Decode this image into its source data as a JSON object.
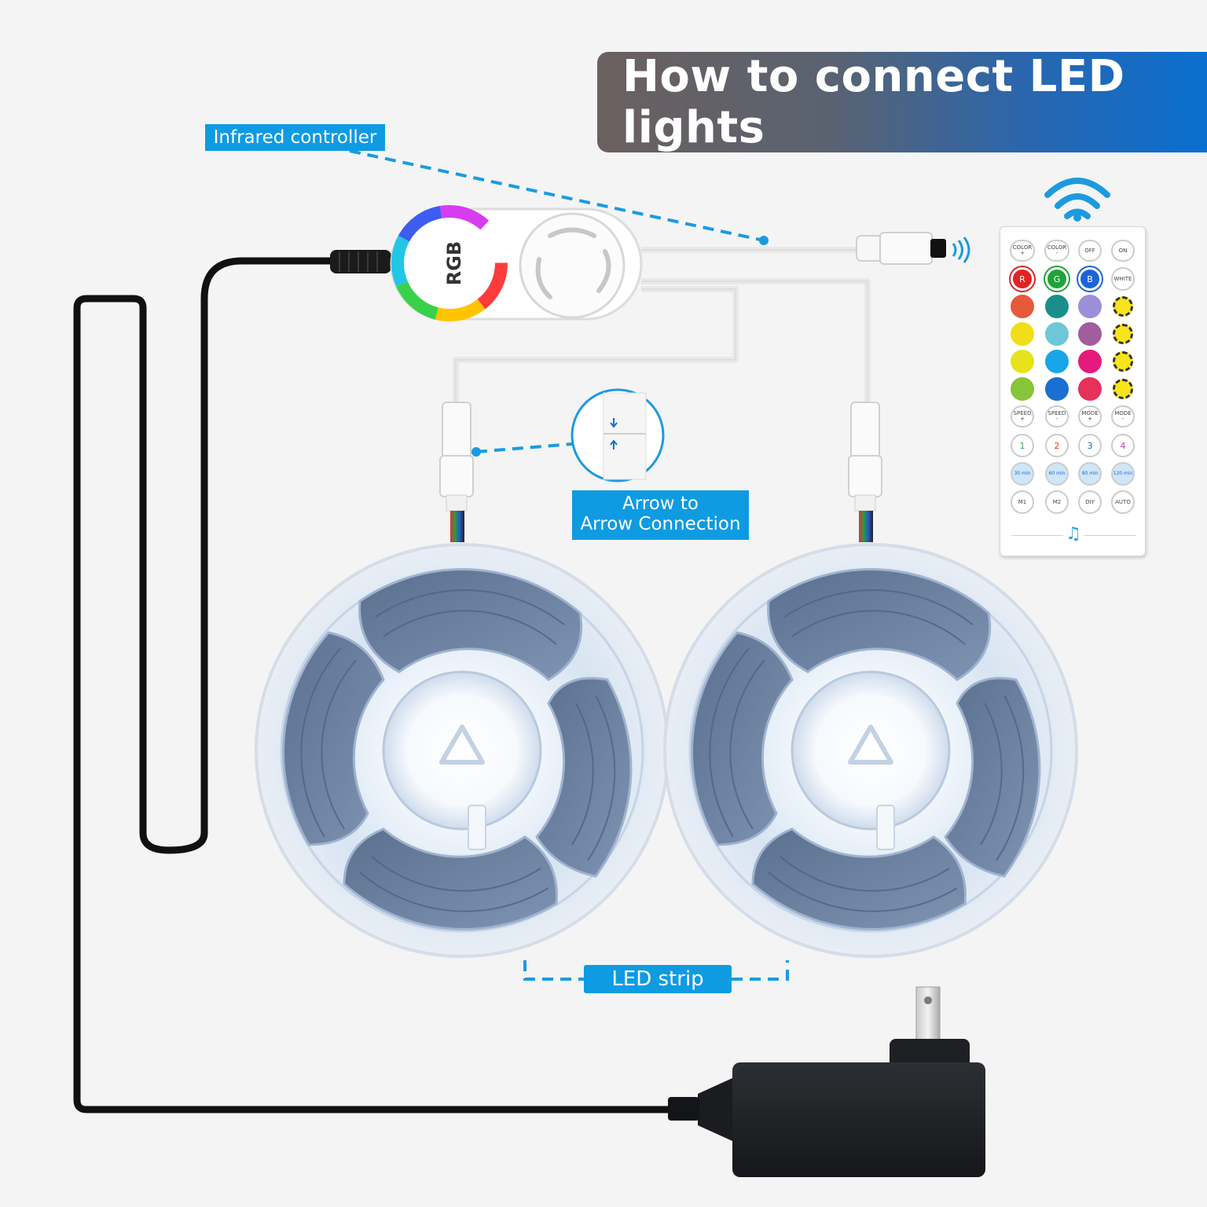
{
  "title": "How to connect LED lights",
  "labels": {
    "infrared_controller": "Infrared controller",
    "arrow_connection_line1": "Arrow to",
    "arrow_connection_line2": "Arrow Connection",
    "led_strip": "LED strip"
  },
  "controller": {
    "logo_text": "RGB"
  },
  "remote": {
    "row1": [
      "COLOR +",
      "COLOR -",
      "OFF",
      "ON"
    ],
    "row2": [
      "R",
      "G",
      "B",
      "WHITE"
    ],
    "row_speed_mode": [
      "SPEED +",
      "SPEED -",
      "MODE +",
      "MODE -"
    ],
    "row_music": [
      "1",
      "2",
      "3",
      "4"
    ],
    "row_timer": [
      "30 min",
      "60 min",
      "90 min",
      "120 min"
    ],
    "row_last": [
      "M1",
      "M2",
      "DIY",
      "AUTO"
    ]
  },
  "colors": {
    "accent_blue": "#0e9be2",
    "banner_dark": "#6b605f",
    "banner_blue": "#0a6fd0",
    "cable_black": "#111111"
  }
}
